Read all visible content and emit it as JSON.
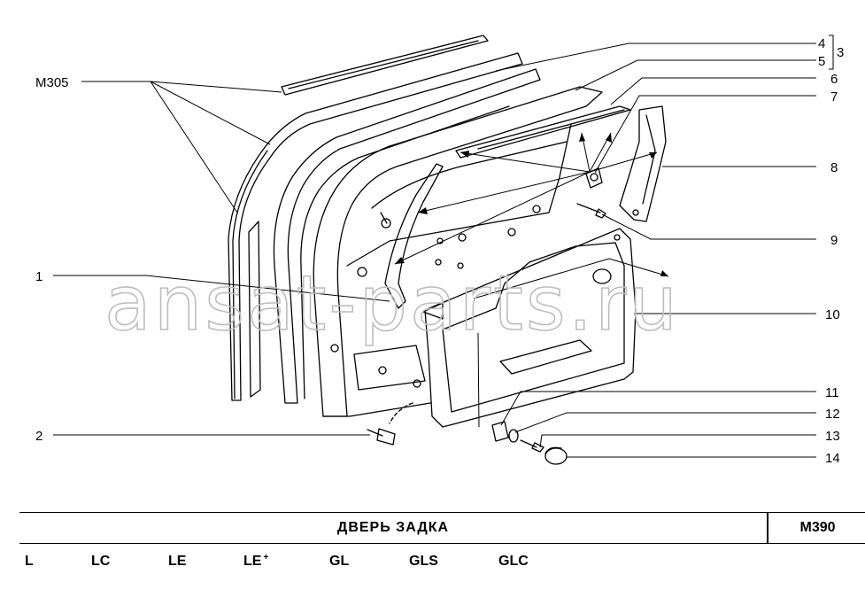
{
  "diagram": {
    "labels": {
      "m305": "M305",
      "l1": "1",
      "l2": "2",
      "l3": "3",
      "l4": "4",
      "l5": "5",
      "l6": "6",
      "l7": "7",
      "l8": "8",
      "l9": "9",
      "l10": "10",
      "l11": "11",
      "l12": "12",
      "l13": "13",
      "l14": "14"
    },
    "watermark": "ansat-parts.ru"
  },
  "footer": {
    "title": "ДВЕРЬ   ЗАДКА",
    "code": "M390",
    "versions": [
      "L",
      "LC",
      "LE",
      "LE",
      "GL",
      "GLS",
      "GLC"
    ],
    "version_plus": "+"
  }
}
